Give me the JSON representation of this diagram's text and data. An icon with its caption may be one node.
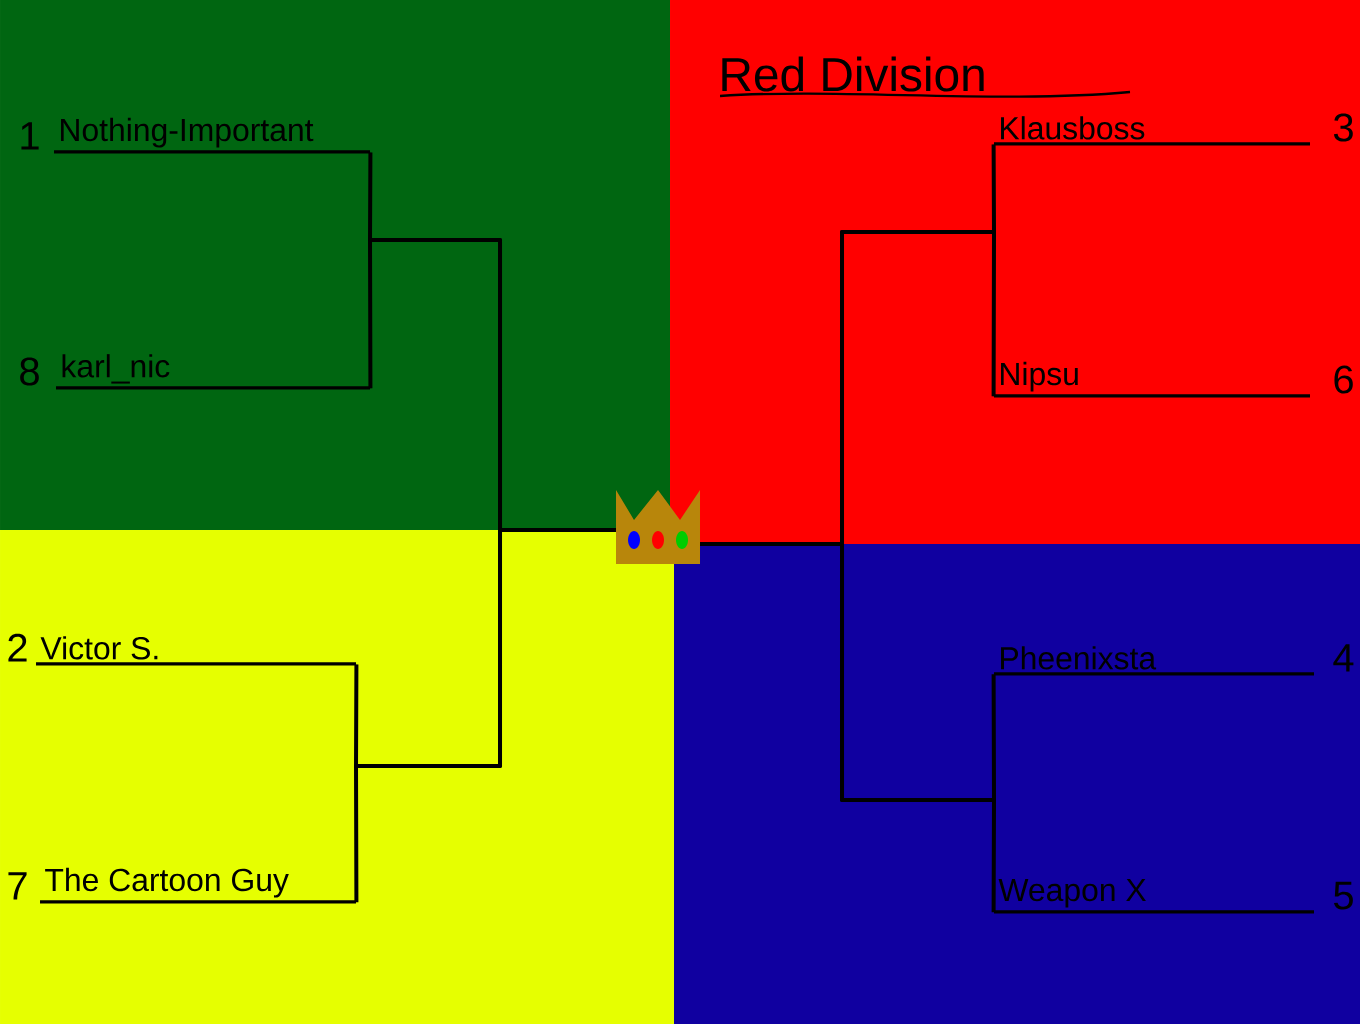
{
  "diagram": {
    "nodes": [
      {
        "text": [
          "Nothing-Important"
        ],
        "beside": [
          "1"
        ]
      },
      {
        "text": [
          "karl_nic"
        ],
        "beside": [
          "8"
        ]
      },
      {
        "text": [
          "Victor S."
        ],
        "beside": [
          "2"
        ]
      },
      {
        "text": [
          "The Cartoon Guy"
        ],
        "beside": [
          "7"
        ]
      },
      {
        "text": [
          "Klausboss"
        ],
        "beside": [
          "3"
        ]
      },
      {
        "text": [
          "Nipsu"
        ],
        "beside": [
          "6"
        ]
      },
      {
        "text": [
          "Pheenixsta"
        ],
        "beside": [
          "4"
        ]
      },
      {
        "text": [
          "Weapon X"
        ],
        "beside": [
          "5"
        ]
      },
      {
        "text": [],
        "shape": "crown"
      }
    ],
    "edges": [
      {
        "from": 0,
        "to": 8,
        "arrow": "none"
      },
      {
        "from": 1,
        "to": 8,
        "arrow": "none"
      },
      {
        "from": 2,
        "to": 8,
        "arrow": "none"
      },
      {
        "from": 3,
        "to": 8,
        "arrow": "none"
      },
      {
        "from": 4,
        "to": 8,
        "arrow": "none"
      },
      {
        "from": 5,
        "to": 8,
        "arrow": "none"
      },
      {
        "from": 6,
        "to": 8,
        "arrow": "none"
      },
      {
        "from": 7,
        "to": 8,
        "arrow": "none"
      }
    ],
    "labels": [
      "Red Division"
    ]
  }
}
